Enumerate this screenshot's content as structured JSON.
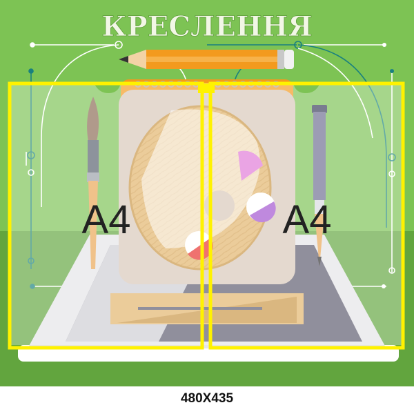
{
  "stand": {
    "title": "КРЕСЛЕННЯ",
    "pockets": [
      {
        "label": "A4"
      },
      {
        "label": "A4"
      }
    ],
    "size_label": "480X435"
  },
  "colors": {
    "green_light": "#7dc354",
    "green_dark": "#62a53e",
    "pocket_border": "#fff200",
    "title_text": "#f2f7e6",
    "label_text": "#222222",
    "pencil_orange": "#f39a1e",
    "sketchbook": "#d8c7b8",
    "palette_wood": "#e2b46a",
    "paint_pink": "#e07ad8",
    "paint_purple": "#a152cf",
    "paint_red": "#e8302b",
    "board_dark": "#5c5b6d",
    "line_teal": "#19807f"
  }
}
